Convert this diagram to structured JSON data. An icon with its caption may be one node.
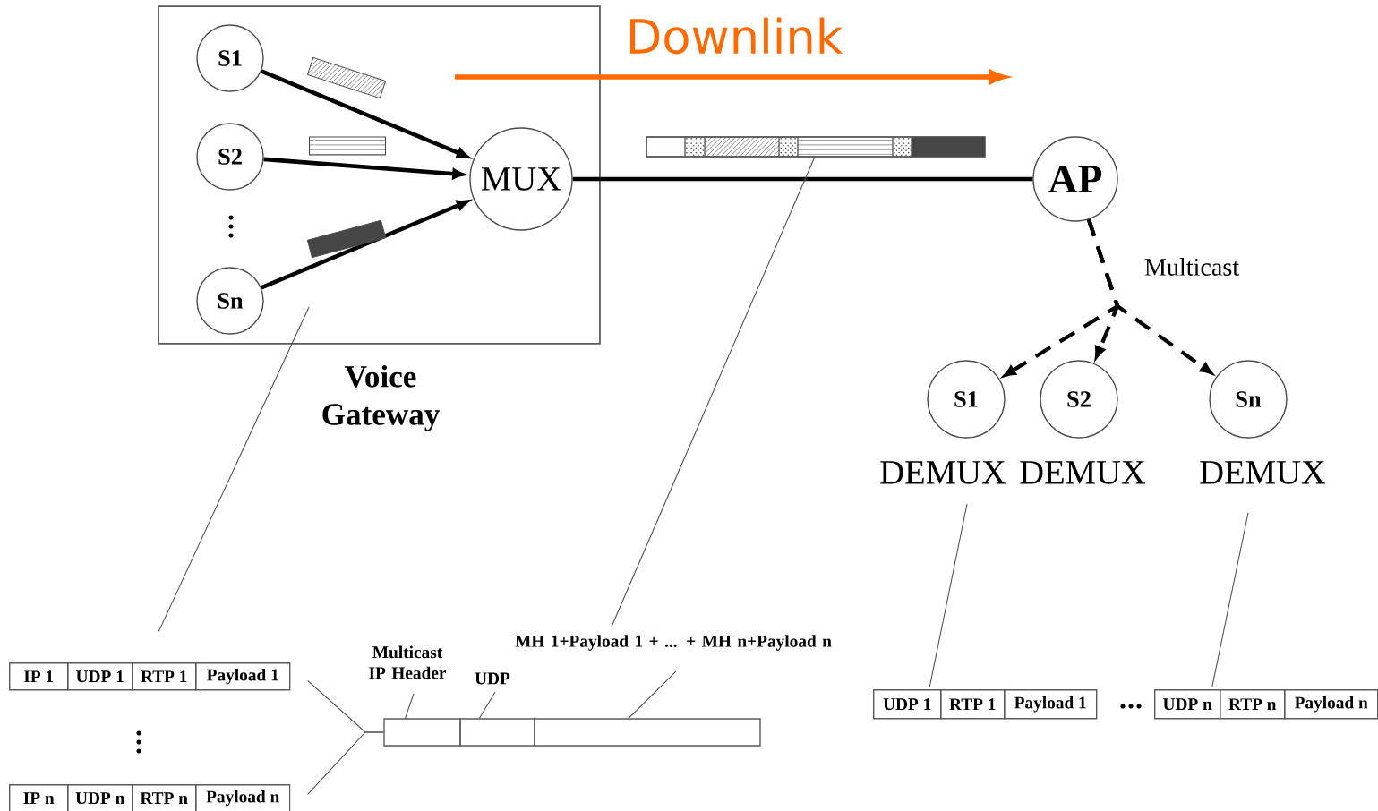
{
  "diagram": {
    "nodes": [
      {
        "text": [
          "Voice Gateway"
        ]
      },
      {
        "text": [
          "S1"
        ],
        "in": 0
      },
      {
        "text": [
          "S2"
        ],
        "in": 0
      },
      {
        "text": [
          "Sn"
        ],
        "in": 0
      },
      {
        "text": [
          "MUX"
        ],
        "in": 0
      },
      {
        "text": [
          "AP"
        ]
      },
      {
        "text": [
          "S1"
        ],
        "beside": [
          "DEMUX"
        ]
      },
      {
        "text": [
          "S2"
        ],
        "beside": [
          "DEMUX"
        ]
      },
      {
        "text": [
          "Sn"
        ],
        "beside": [
          "DEMUX"
        ]
      },
      {
        "text": [],
        "shape": "bar"
      },
      {
        "text": [
          "IP 1",
          "UDP 1",
          "RTP 1",
          "Payload 1"
        ]
      },
      {
        "text": [
          "IP n",
          "UDP n",
          "RTP n",
          "Payload n"
        ]
      },
      {
        "text": [],
        "shape": "box"
      },
      {
        "text": [],
        "shape": "box"
      },
      {
        "text": [],
        "shape": "box"
      },
      {
        "text": [
          "Multicast IP Header"
        ]
      },
      {
        "text": [
          "UDP"
        ]
      },
      {
        "text": [
          "MH 1+Payload 1 + ... + MH n+Payload n"
        ]
      },
      {
        "text": [
          "UDP 1",
          "RTP 1",
          "Payload 1"
        ]
      },
      {
        "text": [
          "UDP n",
          "RTP n",
          "Payload n"
        ]
      }
    ],
    "edges": [
      {
        "from": 1,
        "to": 4,
        "arrow": "to",
        "style": "thick"
      },
      {
        "from": 2,
        "to": 4,
        "arrow": "to",
        "style": "thick"
      },
      {
        "from": 3,
        "to": 4,
        "arrow": "to",
        "style": "thick"
      },
      {
        "from": 4,
        "to": 5,
        "arrow": "none",
        "style": "thick"
      },
      {
        "from": 5,
        "to": 6,
        "arrow": "to",
        "style": "dashed",
        "label": "Multicast"
      },
      {
        "from": 5,
        "to": 7,
        "arrow": "to",
        "style": "dashed"
      },
      {
        "from": 5,
        "to": 8,
        "arrow": "to",
        "style": "dashed"
      },
      {
        "from": 0,
        "to": 10,
        "arrow": "none"
      },
      {
        "from": 9,
        "to": 17,
        "arrow": "none"
      },
      {
        "from": 15,
        "to": 12,
        "arrow": "none"
      },
      {
        "from": 16,
        "to": 13,
        "arrow": "none"
      },
      {
        "from": 17,
        "to": 14,
        "arrow": "none"
      },
      {
        "from": 10,
        "to": 12,
        "arrow": "none"
      },
      {
        "from": 11,
        "to": 12,
        "arrow": "none"
      },
      {
        "from": 6,
        "to": 18,
        "arrow": "none"
      },
      {
        "from": 8,
        "to": 19,
        "arrow": "none"
      }
    ],
    "labels": [
      "Downlink"
    ]
  }
}
